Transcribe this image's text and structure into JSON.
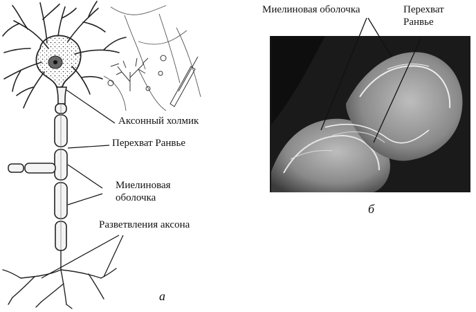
{
  "left_panel": {
    "labels": {
      "axon_hillock": "Аксонный холмик",
      "node_ranvier": "Перехват Ранвье",
      "myelin_line1": "Миелиновая",
      "myelin_line2": "оболочка",
      "axon_branches": "Разветвления аксона"
    },
    "panel_letter": "а"
  },
  "right_panel": {
    "labels": {
      "myelin_sheath": "Миелиновая оболочка",
      "node_line1": "Перехват",
      "node_line2": "Ранвье"
    },
    "panel_letter": "б"
  },
  "colors": {
    "ink": "#111111",
    "micrograph_dark": "#1a1a1a",
    "micrograph_light": "#d9d9d9"
  }
}
